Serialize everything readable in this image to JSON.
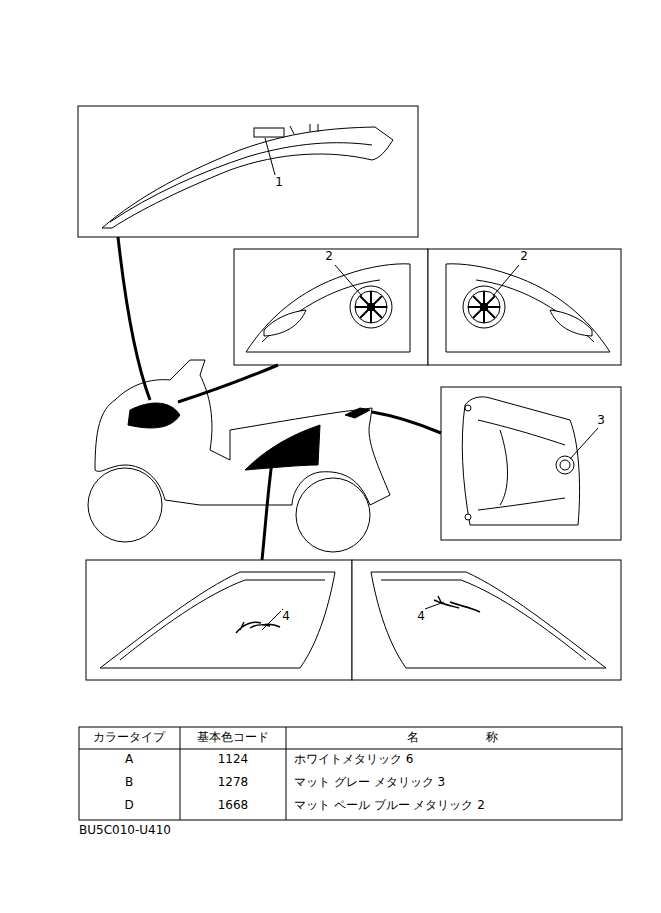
{
  "diagram": {
    "labels": [
      "1",
      "2",
      "2",
      "3",
      "4",
      "4",
      "カラータイプ",
      "基本色コード",
      "名",
      "称",
      "A",
      "1124",
      "ホワイトメタリック 6",
      "B",
      "1278",
      "マット グレー メタリック 3",
      "D",
      "1668",
      "マット ペール ブルー メタリック 2",
      "BU5C010-U410"
    ]
  }
}
